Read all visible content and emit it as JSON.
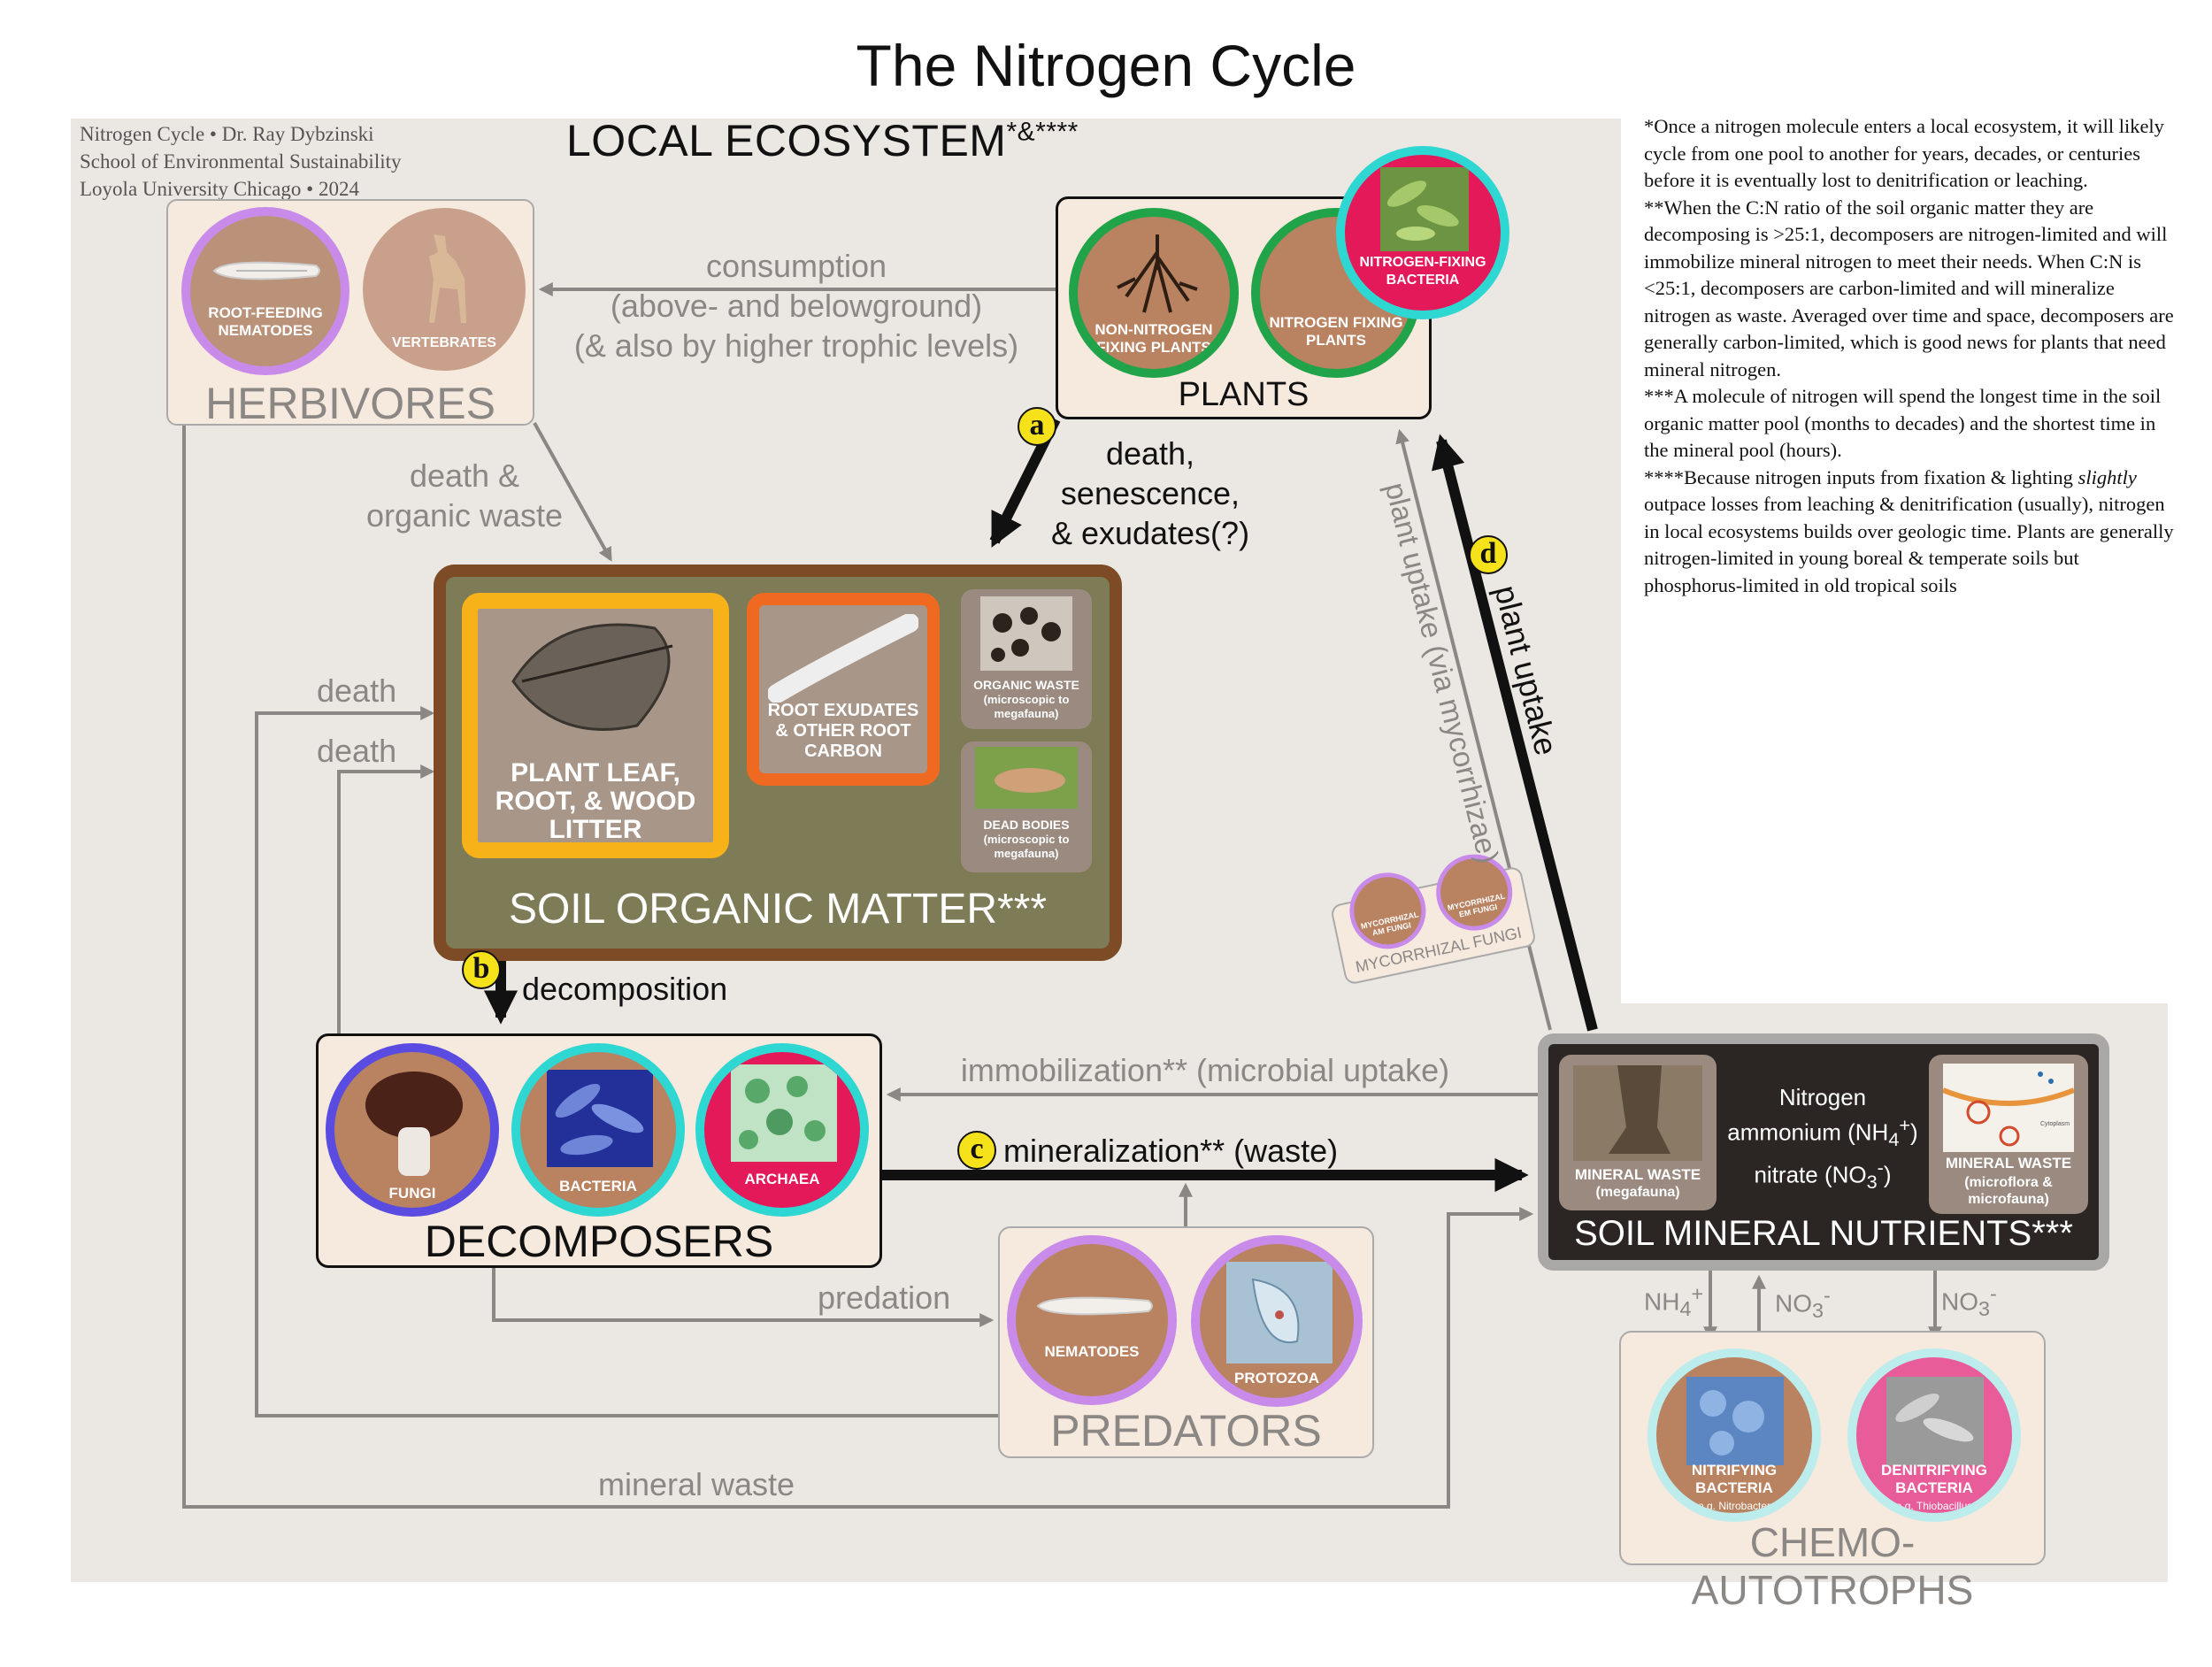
{
  "title": "The Nitrogen Cycle",
  "credit": {
    "line1": "Nitrogen Cycle • Dr. Ray Dybzinski",
    "line2": "School of Environmental Sustainability",
    "line3": "Loyola University Chicago • 2024"
  },
  "local_ecosystem": {
    "label": "LOCAL ECOSYSTEM",
    "marks": "*&****"
  },
  "footnotes": [
    "*Once a nitrogen molecule enters a local ecosystem, it will likely cycle from one pool to another for years, decades, or centuries before it is eventually lost to denitrification or leaching.",
    "**When the C:N ratio of the soil organic matter they are decomposing is >25:1, decomposers are nitrogen-limited and will immobilize mineral nitrogen to meet their needs. When C:N is <25:1, decomposers are carbon-limited and will mineralize nitrogen as waste. Averaged over time and space, decomposers are generally carbon-limited, which is good news for plants that need mineral nitrogen.",
    "***A molecule of nitrogen will spend the longest time in the soil organic matter pool (months to decades) and the shortest time in the mineral pool (hours).",
    {
      "before": "****Because nitrogen inputs from fixation & lighting ",
      "italic": "slightly",
      "after": " outpace losses from leaching & denitrification (usually), nitrogen in local ecosystems builds over geologic time. Plants are generally nitrogen-limited in young boreal & temperate soils but phosphorus-limited in old tropical soils"
    }
  ],
  "herbivores": {
    "label": "HERBIVORES",
    "root_feeding": "ROOT-FEEDING NEMATODES",
    "vertebrates": "VERTEBRATES"
  },
  "plants": {
    "label": "PLANTS",
    "non_fixing": "NON-NITROGEN FIXING PLANTS",
    "fixing": "NITROGEN FIXING PLANTS",
    "fixing_bacteria": "NITROGEN-FIXING BACTERIA"
  },
  "som": {
    "label": "SOIL ORGANIC MATTER***",
    "litter": "PLANT LEAF, ROOT, & WOOD LITTER",
    "exudates": "ROOT EXUDATES & OTHER ROOT CARBON",
    "organic_waste": {
      "title": "ORGANIC WASTE",
      "sub": "(microscopic to megafauna)"
    },
    "dead_bodies": {
      "title": "DEAD BODIES",
      "sub": "(microscopic to megafauna)"
    }
  },
  "decomposers": {
    "label": "DECOMPOSERS",
    "fungi": "FUNGI",
    "bacteria": "BACTERIA",
    "archaea": "ARCHAEA"
  },
  "predators": {
    "label": "PREDATORS",
    "nematodes": "NEMATODES",
    "protozoa": "PROTOZOA"
  },
  "minerals": {
    "label": "SOIL MINERAL NUTRIENTS***",
    "nitrogen": "Nitrogen",
    "ammonium": "ammonium (NH",
    "ammonium_sub": "4",
    "ammonium_sup": "+",
    "ammonium_end": ")",
    "nitrate": "nitrate (NO",
    "nitrate_sub": "3",
    "nitrate_sup": "-",
    "nitrate_end": ")",
    "mega": {
      "title": "MINERAL WASTE",
      "sub": "(megafauna)"
    },
    "micro": {
      "title": "MINERAL WASTE",
      "sub": "(microflora & microfauna)"
    },
    "cytoplasm": "Cytoplasm"
  },
  "mycorrhizal": {
    "label": "MYCORRHIZAL FUNGI",
    "am": "MYCORRHIZAL AM FUNGI",
    "em": "MYCORRHIZAL EM FUNGI"
  },
  "chemo": {
    "label": "CHEMO-AUTOTROPHS",
    "nitrifying": "NITRIFYING BACTERIA",
    "nitrifying_eg": "e.g. Nitrobacter",
    "denitrifying": "DENITRIFYING BACTERIA",
    "denitrifying_eg": "e.g. Thiobacillus"
  },
  "flows": {
    "consumption1": "consumption",
    "consumption2": "(above- and belowground)",
    "consumption3": "(& also by higher trophic levels)",
    "death_waste1": "death &",
    "death_waste2": "organic waste",
    "death1": "death",
    "death2": "death",
    "a_1": "death,",
    "a_2": "senescence,",
    "a_3": "& exudates(?)",
    "decomposition": "decomposition",
    "immobilization": "immobilization** (microbial uptake)",
    "mineralization": "mineralization** (waste)",
    "predation": "predation",
    "mineral_waste": "mineral waste",
    "plant_uptake_myc": "plant uptake (via mycorrhizae)",
    "plant_uptake": "plant uptake",
    "nh4": "NH",
    "nh4_sub": "4",
    "nh4_sup": "+",
    "no3a": "NO",
    "no3a_sub": "3",
    "no3a_sup": "-",
    "no3b": "NO",
    "no3b_sub": "3",
    "no3b_sup": "-"
  },
  "badges": {
    "a": "a",
    "b": "b",
    "c": "c",
    "d": "d"
  },
  "colors": {
    "background": "#ebe7e2",
    "box_fill": "#f6e9dd",
    "som_fill": "#7e7c57",
    "som_border": "#7d4b26",
    "litter_border": "#f7b21a",
    "exudates_border": "#ef6a20",
    "minerals_fill": "#2b2623",
    "badge": "#f6e21b",
    "gray_flow": "#8a8785",
    "ring_purple": "#c98bea",
    "ring_green": "#21a349",
    "ring_cyan": "#2fd7d3",
    "ring_blue": "#5a4ce0",
    "fill_pink": "#e3195a",
    "fill_tan": "#b99279"
  }
}
